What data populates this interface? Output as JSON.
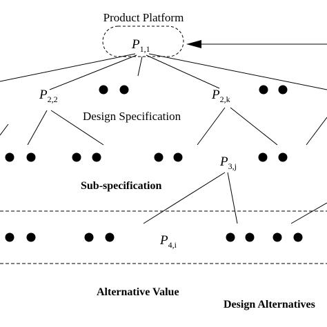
{
  "platform": {
    "title": "Product Platform",
    "node": {
      "base": "P",
      "sub": "1,1"
    }
  },
  "level2": {
    "title": "Design Specification",
    "nodes": [
      {
        "base": "P",
        "sub": "2,2"
      },
      {
        "base": "P",
        "sub": "2,k"
      }
    ]
  },
  "level3": {
    "title": "Sub-specification",
    "node": {
      "base": "P",
      "sub": "3,j"
    }
  },
  "level4": {
    "node": {
      "base": "P",
      "sub": "4,i"
    }
  },
  "footer": {
    "alternative_value": "Alternative Value",
    "design_alternatives": "Design Alternatives"
  },
  "colors": {
    "ink": "#000000",
    "background": "#ffffff"
  }
}
